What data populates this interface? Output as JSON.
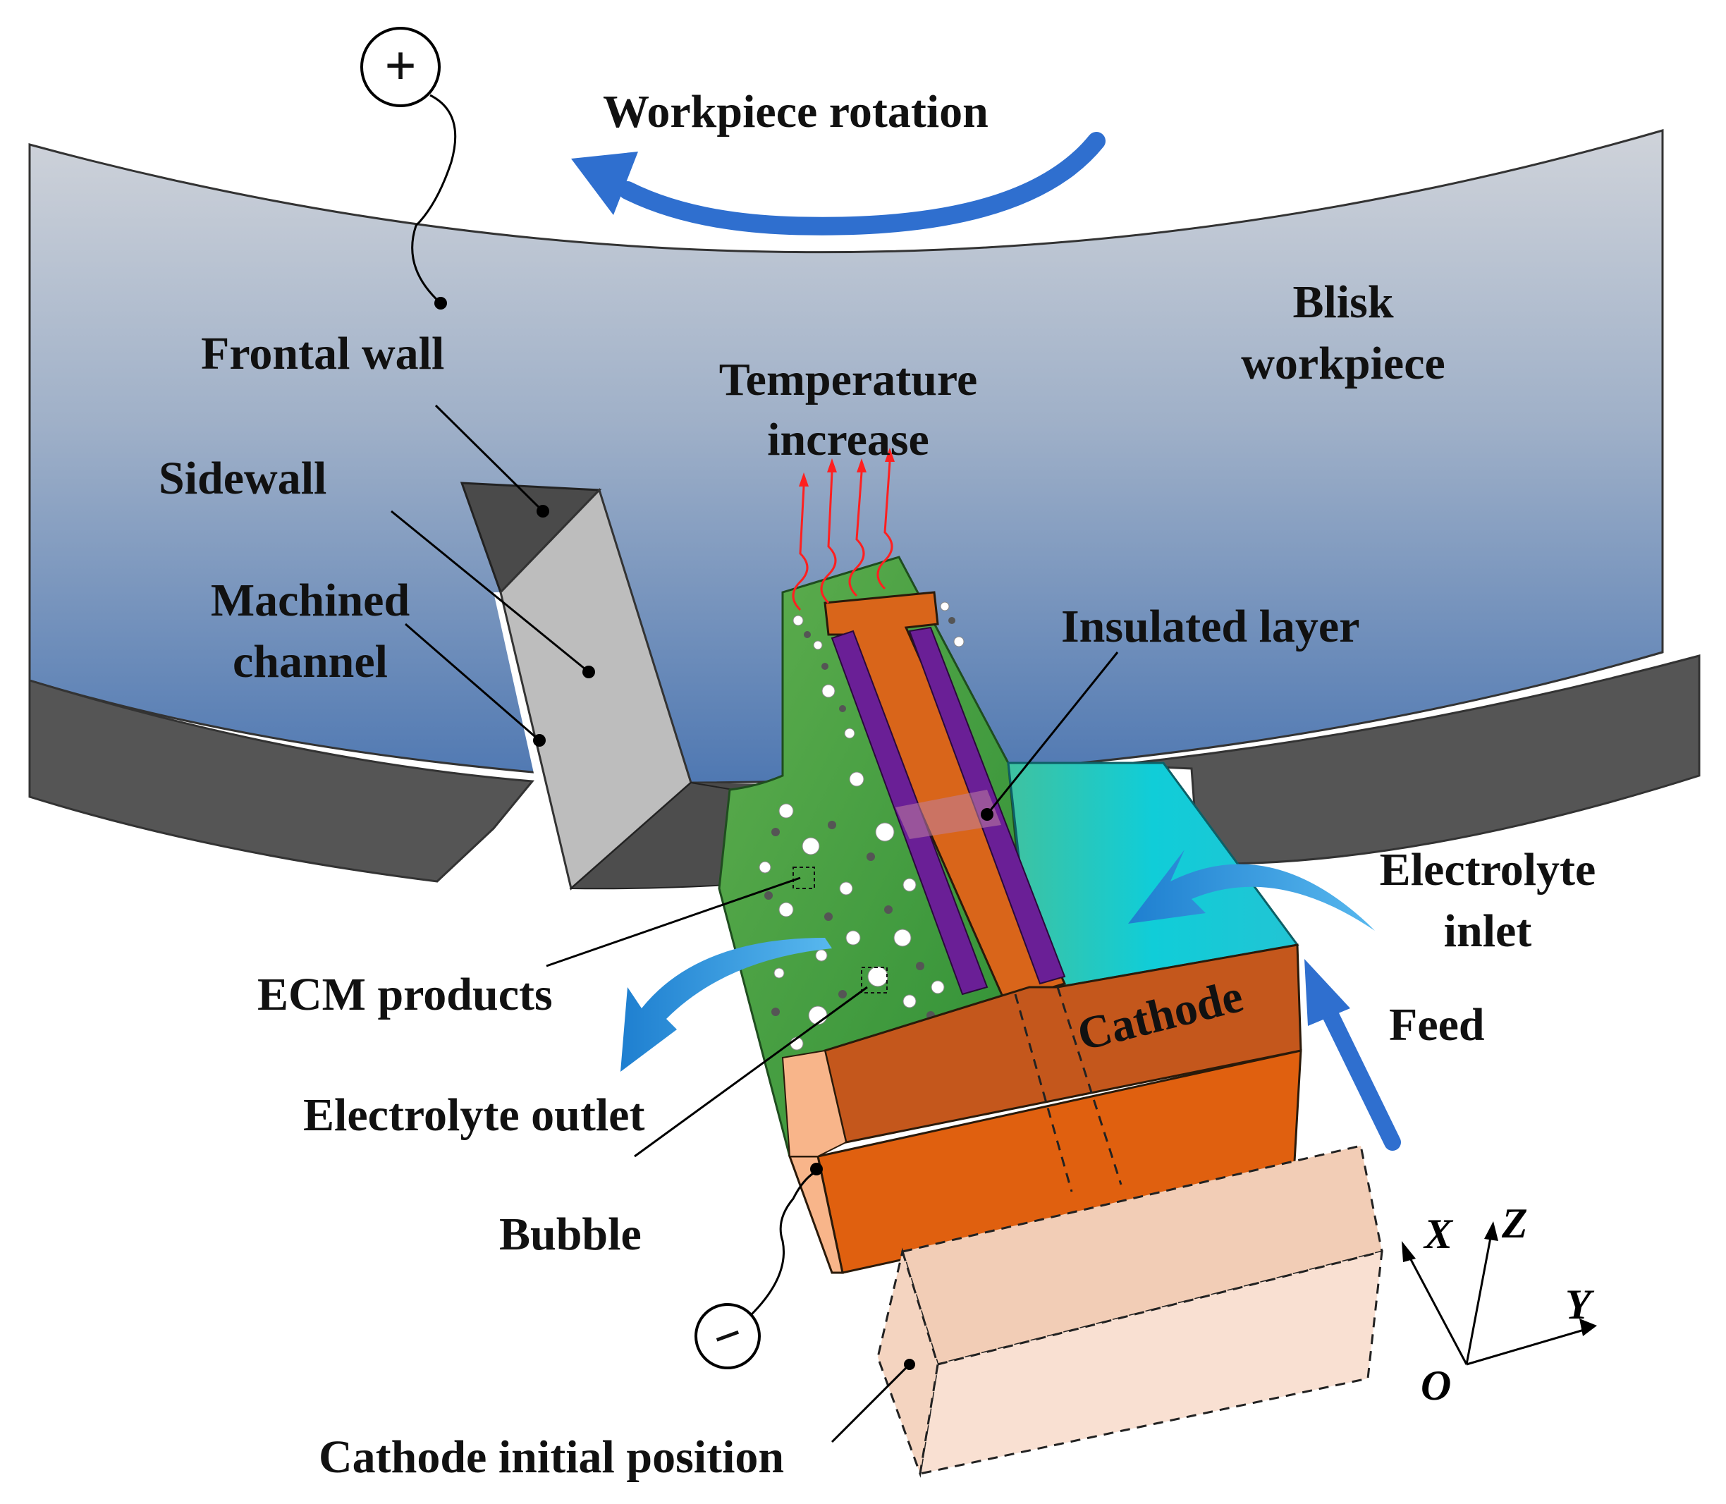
{
  "labels": {
    "workpiece_rotation": "Workpiece rotation",
    "blisk_line1": "Blisk",
    "blisk_line2": "workpiece",
    "frontal_wall": "Frontal wall",
    "temperature_line1": "Temperature",
    "temperature_line2": "increase",
    "sidewall": "Sidewall",
    "machined_line1": "Machined",
    "machined_line2": "channel",
    "insulated_layer": "Insulated layer",
    "electrolyte_inlet_line1": "Electrolyte",
    "electrolyte_inlet_line2": "inlet",
    "ecm_products": "ECM products",
    "cathode": "Cathode",
    "feed": "Feed",
    "electrolyte_outlet": "Electrolyte outlet",
    "bubble": "Bubble",
    "cathode_initial_position": "Cathode initial position"
  },
  "terminals": {
    "positive": "+",
    "negative": "−"
  },
  "axes": {
    "x": "X",
    "y": "Y",
    "z": "Z",
    "origin": "O"
  },
  "colors": {
    "workpiece_top": "#c9ced6",
    "workpiece_bottom": "#5a7fb5",
    "workpiece_side": "#555555",
    "sidewall": "#bdbdbd",
    "frontal_wall": "#4a4a4a",
    "electrolyte_outlet_green": "#3a9a3a",
    "electrolyte_inlet_cyan": "#19c7d3",
    "cathode_orange": "#e0600f",
    "cathode_dark": "#c4571c",
    "insulated_purple": "#6a1f96",
    "cathode_initial": "#f7dccb",
    "flow_arrow": "#2a8fd6",
    "rotation_arrow": "#2f6fcf",
    "heat_arrow": "#ff2020"
  }
}
